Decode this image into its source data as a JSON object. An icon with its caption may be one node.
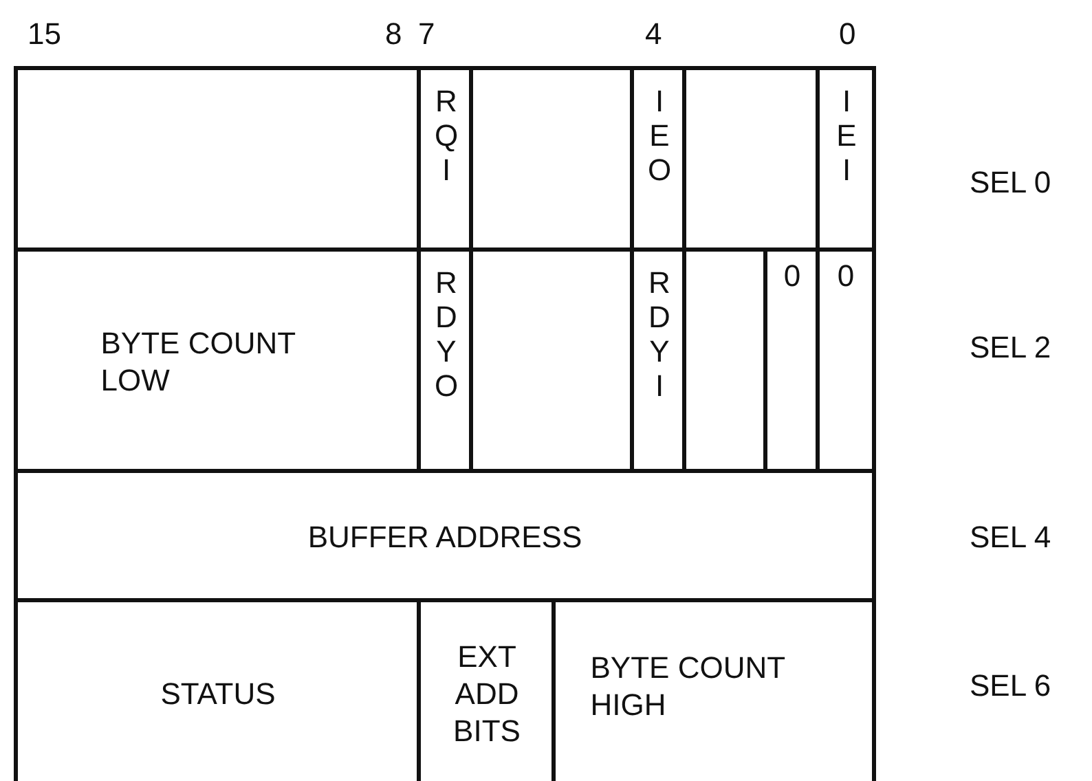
{
  "diagram": {
    "nodes": [
      {
        "text": [],
        "shape": "box"
      },
      {
        "text": [
          "RQI"
        ]
      },
      {
        "text": [],
        "shape": "box"
      },
      {
        "text": [
          "IEO"
        ]
      },
      {
        "text": [],
        "shape": "box"
      },
      {
        "text": [
          "IEI"
        ]
      },
      {
        "text": [
          "BYTE COUNT LOW"
        ]
      },
      {
        "text": [
          "RDYO"
        ]
      },
      {
        "text": [],
        "shape": "box"
      },
      {
        "text": [
          "RDYI"
        ]
      },
      {
        "text": [],
        "shape": "box"
      },
      {
        "text": [
          "0"
        ]
      },
      {
        "text": [
          "0"
        ]
      },
      {
        "text": [
          "BUFFER ADDRESS"
        ]
      },
      {
        "text": [
          "STATUS"
        ]
      },
      {
        "text": [
          "EXT ADD BITS"
        ]
      },
      {
        "text": [
          "BYTE COUNT HIGH"
        ]
      }
    ],
    "edges": [],
    "labels": [
      "15",
      "8",
      "7",
      "4",
      "0",
      "SEL 0",
      "SEL 2",
      "SEL 4",
      "SEL 6"
    ]
  }
}
